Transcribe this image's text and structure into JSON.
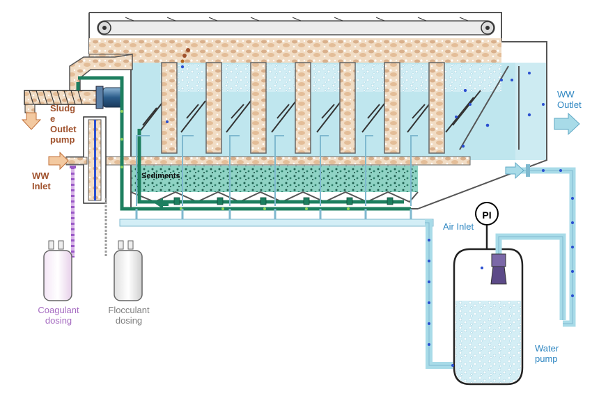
{
  "labels": {
    "sludge_outlet_pump": [
      "Sludg",
      "e",
      "Outlet",
      "pump"
    ],
    "ww_inlet": [
      "WW",
      "Inlet"
    ],
    "ww_outlet": [
      "WW",
      "Outlet"
    ],
    "sediments": "Sediments",
    "air_inlet": "Air Inlet",
    "pressure_indicator": "PI",
    "coagulant_dosing": [
      "Coagulant",
      "dosing"
    ],
    "flocculant_dosing": [
      "Flocculant",
      "dosing"
    ],
    "water_pump": [
      "Water",
      "pump"
    ]
  },
  "colors": {
    "water": "#bfe6ee",
    "sludge": "#e8c9a8",
    "sediment": "#2f8f7a",
    "green_pipe": "#1d7f5f",
    "blue_pipe": "#a8dbe8",
    "bubble": "#2a4fd0",
    "brown_label": "#a0522d",
    "blue_label": "#2e86c1",
    "purple_label": "#a56bc1",
    "gray_label": "#7f7f7f"
  }
}
